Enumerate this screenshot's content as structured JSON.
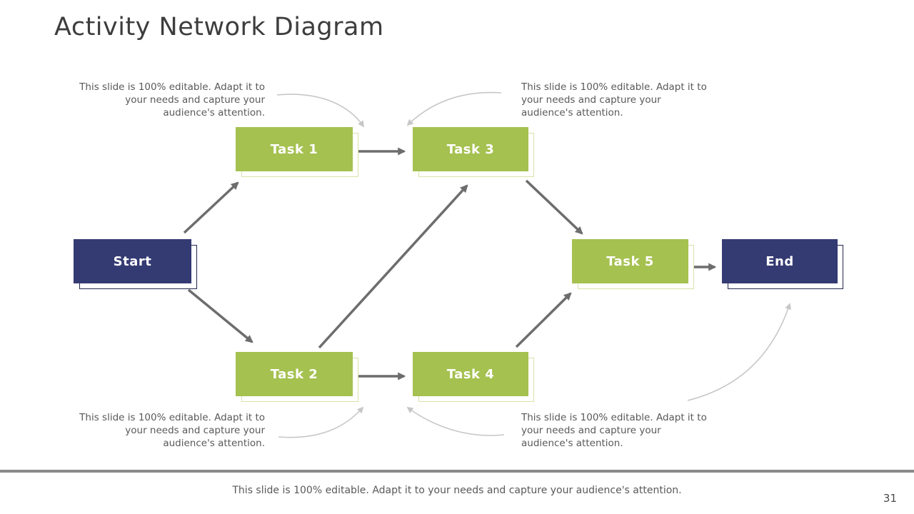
{
  "slide": {
    "title": "Activity Network Diagram",
    "footer": "This slide is 100% editable. Adapt it to your needs and capture your audience's attention.",
    "page_number": "31"
  },
  "annotations": {
    "top_left": "This slide is 100% editable. Adapt it to your needs and capture your audience's attention.",
    "top_right": "This slide is 100% editable. Adapt it to your needs and capture your audience's attention.",
    "bottom_left": "This slide is 100% editable. Adapt it to your needs and capture your audience's attention.",
    "bottom_right": "This slide is 100% editable. Adapt it to your needs and capture your audience's attention."
  },
  "nodes": {
    "start": {
      "label": "Start",
      "color": "#343a72"
    },
    "task1": {
      "label": "Task 1",
      "color": "#a5c150"
    },
    "task2": {
      "label": "Task 2",
      "color": "#a5c150"
    },
    "task3": {
      "label": "Task 3",
      "color": "#a5c150"
    },
    "task4": {
      "label": "Task 4",
      "color": "#a5c150"
    },
    "task5": {
      "label": "Task 5",
      "color": "#a5c150"
    },
    "end": {
      "label": "End",
      "color": "#343a72"
    }
  },
  "edges": [
    {
      "from": "Start",
      "to": "Task 1"
    },
    {
      "from": "Start",
      "to": "Task 2"
    },
    {
      "from": "Task 1",
      "to": "Task 3"
    },
    {
      "from": "Task 2",
      "to": "Task 4"
    },
    {
      "from": "Task 2",
      "to": "Task 3"
    },
    {
      "from": "Task 3",
      "to": "Task 5"
    },
    {
      "from": "Task 4",
      "to": "Task 5"
    },
    {
      "from": "Task 5",
      "to": "End"
    }
  ],
  "colors": {
    "node_green": "#a5c150",
    "node_green_shadow": "#d9e2a9",
    "node_navy": "#343a72",
    "node_navy_shadow": "#23284f",
    "arrow_dark": "#6d6d6d",
    "arrow_light": "#c7c7c7",
    "title_text": "#3d3d3d",
    "annotation_text": "#595959",
    "footer_bar": "#8a8a8a"
  }
}
